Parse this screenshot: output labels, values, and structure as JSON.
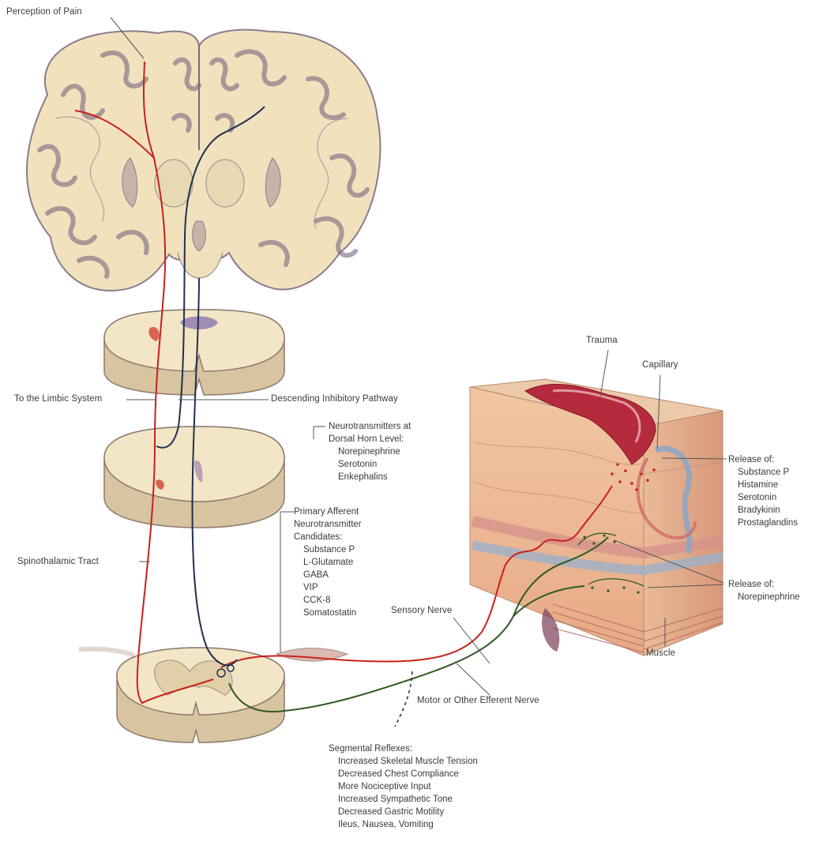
{
  "labels": {
    "perception": "Perception of Pain",
    "limbic": "To the Limbic System",
    "descending": "Descending Inhibitory Pathway",
    "spinothalamic": "Spinothalamic Tract",
    "sensory_nerve": "Sensory Nerve",
    "motor_nerve": "Motor or Other Efferent  Nerve",
    "trauma": "Trauma",
    "capillary": "Capillary",
    "muscle": "Muscle"
  },
  "dorsal_horn": {
    "title_lines": [
      "Neurotransmitters at",
      "Dorsal Horn Level:"
    ],
    "items": [
      "Norepinephrine",
      "Serotonin",
      "Enkephalins"
    ]
  },
  "primary_afferent": {
    "title_lines": [
      "Primary Afferent",
      "Neurotransmitter",
      "Candidates:"
    ],
    "items": [
      "Substance P",
      "L-Glutamate",
      "GABA",
      "VIP",
      "CCK-8",
      "Somatostatin"
    ]
  },
  "release_1": {
    "title": "Release of:",
    "items": [
      "Substance P",
      "Histamine",
      "Serotonin",
      "Bradykinin",
      "Prostaglandins"
    ]
  },
  "release_2": {
    "title": "Release of:",
    "items": [
      "Norepinephrine"
    ]
  },
  "reflexes": {
    "title": "Segmental Reflexes:",
    "items": [
      "Increased Skeletal Muscle Tension",
      "Decreased Chest Compliance",
      "More Nociceptive Input",
      "Increased Sympathetic Tone",
      "Decreased Gastric Motility",
      "Ileus, Nausea, Vomiting"
    ]
  },
  "colors": {
    "pain_pathway": "#c8201c",
    "inhibitory_pathway": "#1f3050",
    "efferent_pathway": "#2e5a22",
    "tissue": "#f1e0b8",
    "gyri": "#6f5a7a"
  }
}
